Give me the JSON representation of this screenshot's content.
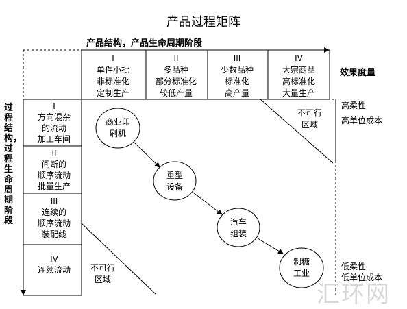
{
  "title": "产品过程矩阵",
  "top_axis_label": "产品结构，产品生命周期阶段",
  "left_axis_label": "过程结构，过程生命周期阶段",
  "right_header": "效果度量",
  "columns": [
    {
      "roman": "I",
      "lines": [
        "单件小批",
        "非标准化",
        "定制生产"
      ]
    },
    {
      "roman": "II",
      "lines": [
        "多品种",
        "部分标准化",
        "较低产量"
      ]
    },
    {
      "roman": "III",
      "lines": [
        "少数品种",
        "标准化",
        "高产量"
      ]
    },
    {
      "roman": "IV",
      "lines": [
        "大宗商品",
        "高标准化",
        "大量生产"
      ]
    }
  ],
  "rows": [
    {
      "roman": "I",
      "lines": [
        "方向混杂",
        "的流动",
        "加工车间"
      ]
    },
    {
      "roman": "II",
      "lines": [
        "间断的",
        "顺序流动",
        "批量生产"
      ]
    },
    {
      "roman": "III",
      "lines": [
        "连续的",
        "顺序流动",
        "装配线"
      ]
    },
    {
      "roman": "IV",
      "lines": [
        "连续流动"
      ]
    }
  ],
  "nodes": [
    {
      "lines": [
        "商业印",
        "刷机"
      ]
    },
    {
      "lines": [
        "重型",
        "设备"
      ]
    },
    {
      "lines": [
        "汽车",
        "组装"
      ]
    },
    {
      "lines": [
        "制糖",
        "工业"
      ]
    }
  ],
  "infeasible_top_right": [
    "不可行",
    "区域"
  ],
  "infeasible_bottom_left": [
    "不可行",
    "区域"
  ],
  "measures_top": [
    "高柔性",
    "高单位成本"
  ],
  "measures_bottom": [
    "低柔性",
    "低单位成本"
  ],
  "watermark": "汇环网"
}
